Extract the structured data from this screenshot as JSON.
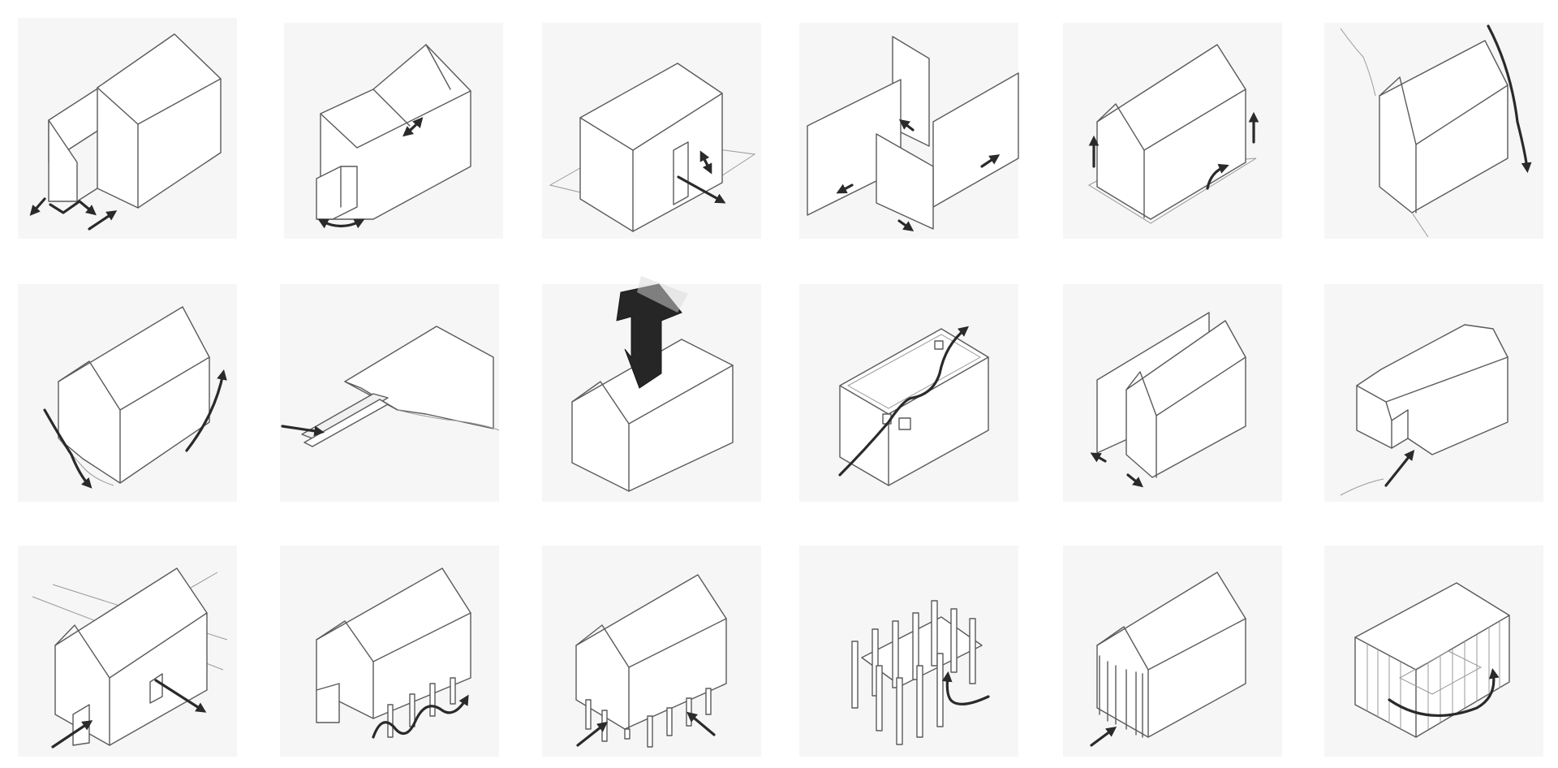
{
  "sheet": {
    "rows": 3,
    "columns": 6,
    "colors": {
      "paper": "#f6f6f6",
      "line": "#5a5a5a",
      "arrow": "#2a2a2a",
      "solid": "#262626"
    }
  },
  "diagrams": [
    {
      "id": "split-gable"
    },
    {
      "id": "stepped-gable"
    },
    {
      "id": "box-on-platform"
    },
    {
      "id": "pinwheel-walls"
    },
    {
      "id": "gable-on-plinth"
    },
    {
      "id": "gable-in-landscape"
    },
    {
      "id": "gable-on-slope"
    },
    {
      "id": "pier-into-terrain"
    },
    {
      "id": "chimney-gable"
    },
    {
      "id": "open-box-path"
    },
    {
      "id": "layered-gable"
    },
    {
      "id": "chamfered-volume"
    },
    {
      "id": "gable-with-passage"
    },
    {
      "id": "gable-on-stilts"
    },
    {
      "id": "gable-on-pillars"
    },
    {
      "id": "column-frame"
    },
    {
      "id": "gable-with-colonnade"
    },
    {
      "id": "slatted-enclosure"
    }
  ]
}
